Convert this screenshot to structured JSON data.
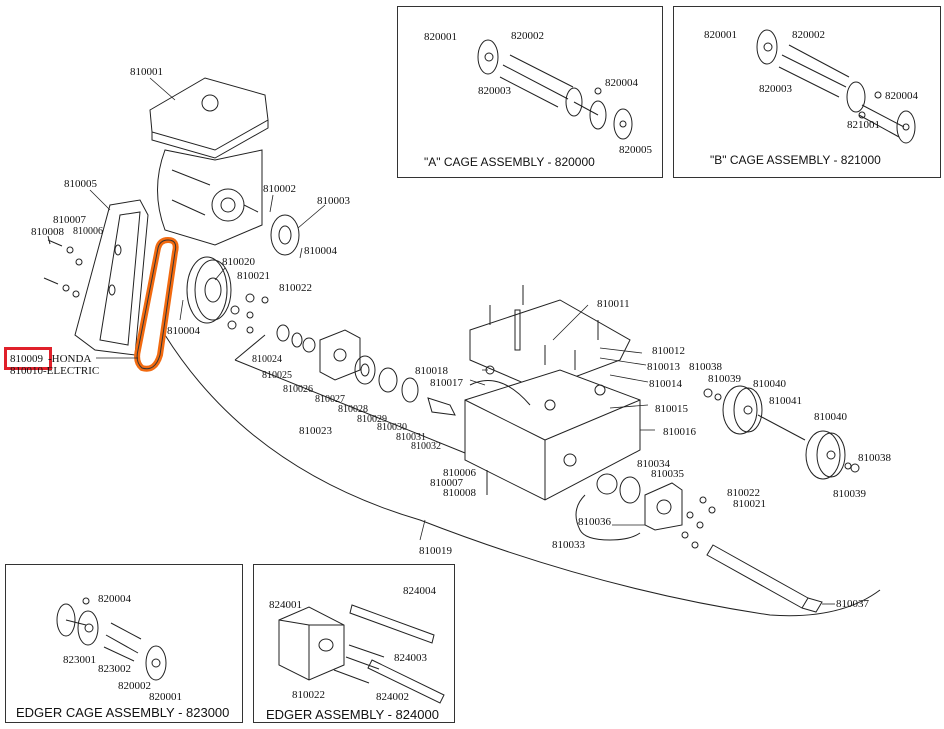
{
  "diagram": {
    "title": "Exploded parts diagram",
    "highlight_color": "#e0202a",
    "belt_color": "#f26a10",
    "inset_boxes": {
      "a_cage": {
        "title": "\"A\" CAGE ASSEMBLY - 820000",
        "labels": [
          "820001",
          "820002",
          "820003",
          "820004",
          "820005"
        ]
      },
      "b_cage": {
        "title": "\"B\" CAGE ASSEMBLY - 821000",
        "labels": [
          "820001",
          "820002",
          "820003",
          "820004",
          "821001"
        ]
      },
      "edger_cage": {
        "title": "EDGER CAGE ASSEMBLY - 823000",
        "labels": [
          "820004",
          "823001",
          "823002",
          "820002",
          "820001"
        ]
      },
      "edger": {
        "title": "EDGER ASSEMBLY - 824000",
        "labels": [
          "824001",
          "824004",
          "824003",
          "810022",
          "824002"
        ]
      }
    },
    "main_labels": {
      "p810001": "810001",
      "p810002": "810002",
      "p810003": "810003",
      "p810004a": "810004",
      "p810004b": "810004",
      "p810005": "810005",
      "p810006a": "810006",
      "p810007a": "810007",
      "p810008a": "810008",
      "p810009": "810009",
      "p810009_suffix": "-HONDA",
      "p810010": "810010-ELECTRIC",
      "p810011": "810011",
      "p810012": "810012",
      "p810013": "810013",
      "p810014": "810014",
      "p810015": "810015",
      "p810016": "810016",
      "p810017": "810017",
      "p810018": "810018",
      "p810019": "810019",
      "p810020": "810020",
      "p810021a": "810021",
      "p810022a": "810022",
      "p810023": "810023",
      "p810024": "810024",
      "p810025": "810025",
      "p810026": "810026",
      "p810027": "810027",
      "p810028": "810028",
      "p810029": "810029",
      "p810030": "810030",
      "p810031": "810031",
      "p810032": "810032",
      "p810006b": "810006",
      "p810007b": "810007",
      "p810008b": "810008",
      "p810033": "810033",
      "p810034": "810034",
      "p810035": "810035",
      "p810036": "810036",
      "p810037": "810037",
      "p810038a": "810038",
      "p810039a": "810039",
      "p810040a": "810040",
      "p810041": "810041",
      "p810040b": "810040",
      "p810038b": "810038",
      "p810039b": "810039",
      "p810022b": "810022",
      "p810021b": "810021"
    }
  }
}
